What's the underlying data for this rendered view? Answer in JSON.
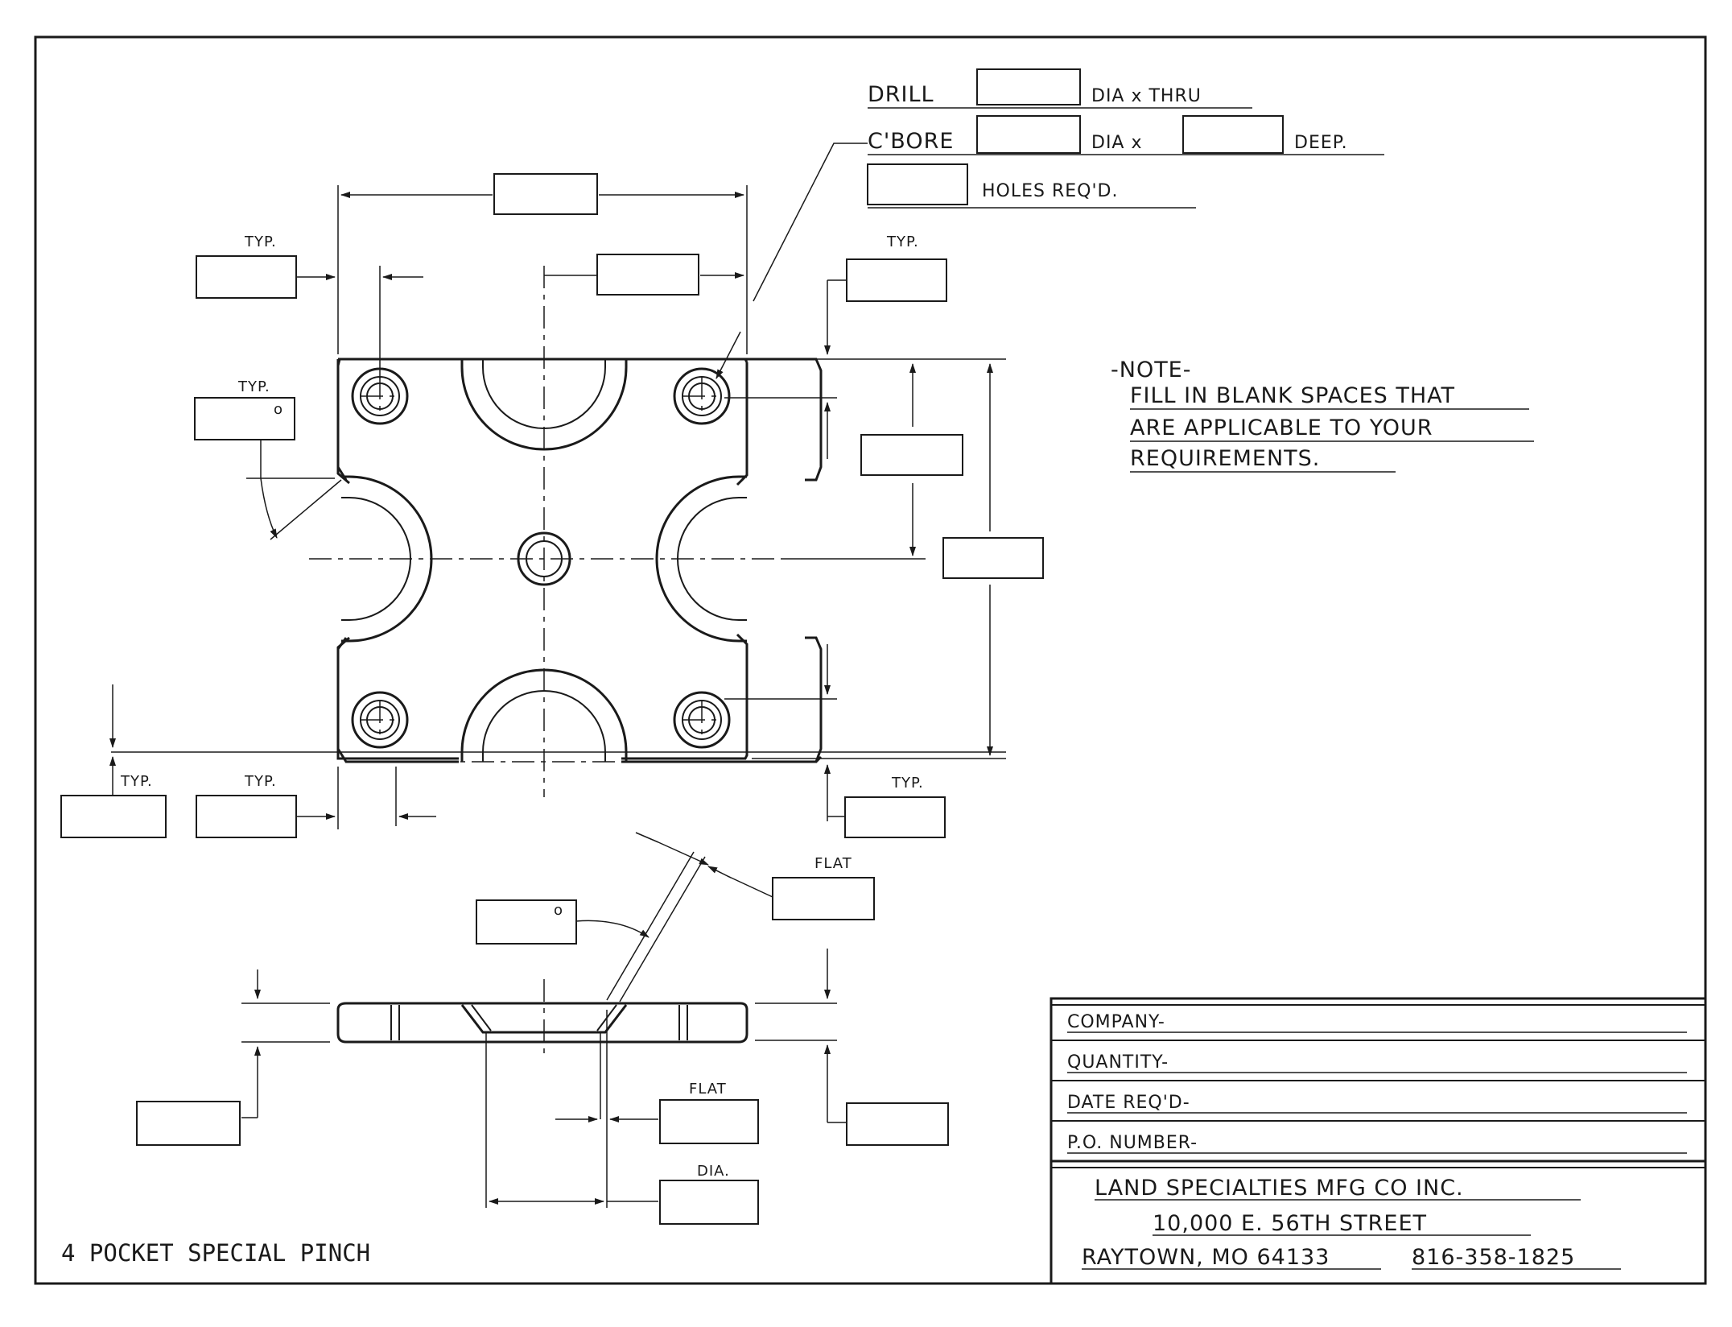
{
  "drawing": {
    "title": "4 POCKET SPECIAL PINCH",
    "note": {
      "heading": "-NOTE-",
      "lines": [
        "FILL IN BLANK SPACES THAT",
        "ARE APPLICABLE TO YOUR",
        "REQUIREMENTS."
      ]
    },
    "hole_spec": {
      "drill": "DRILL",
      "dia_thru": "DIA x THRU",
      "cbore": "C'BORE",
      "dia_x": "DIA x",
      "deep": "DEEP.",
      "holes_reqd": "HOLES REQ'D."
    },
    "labels": {
      "typ": "TYP.",
      "flat": "FLAT",
      "dia": "DIA.",
      "degree": "o"
    },
    "title_block": {
      "company": "COMPANY-",
      "quantity": "QUANTITY-",
      "date_reqd": "DATE REQ'D-",
      "po_number": "P.O. NUMBER-",
      "vendor_name": "LAND SPECIALTIES MFG CO INC.",
      "vendor_street": "10,000 E. 56TH STREET",
      "vendor_city": "RAYTOWN, MO 64133",
      "vendor_phone": "816-358-1825"
    }
  }
}
